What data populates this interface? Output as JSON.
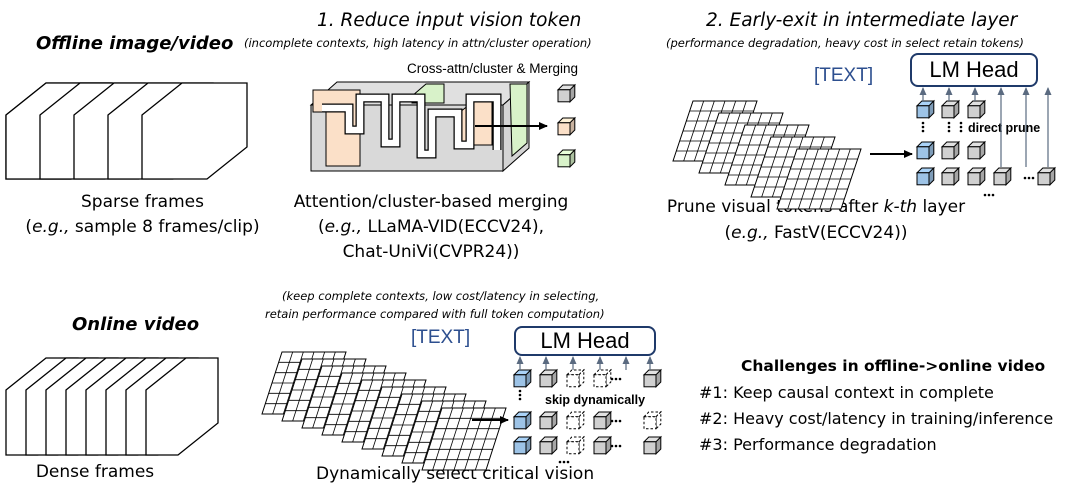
{
  "offline": {
    "heading": "Offline image/video",
    "sparse_caption_line1": "Sparse frames",
    "sparse_caption_line2_prefix": "e.g.,",
    "sparse_caption_line2_rest": " sample 8 frames/clip)"
  },
  "method1": {
    "title": "1.   Reduce input vision token",
    "subtitle": "(incomplete contexts, high latency in attn/cluster operation)",
    "diagram_label": "Cross-attn/cluster & Merging",
    "caption_line1": "Attention/cluster-based merging",
    "caption_line2_prefix": "e.g.,",
    "caption_line2_rest": " LLaMA-VID(ECCV24),",
    "caption_line3": "Chat-UniVi(CVPR24))"
  },
  "method2": {
    "title": "2. Early-exit in intermediate layer",
    "subtitle": "(performance degradation, heavy cost in select retain tokens)",
    "text_token": "[TEXT]",
    "lm_head": "LM Head",
    "direct_prune": "direct prune",
    "caption_line1_prefix": "Prune visual tokens after ",
    "caption_line1_italic": "k-th",
    "caption_line1_suffix": " layer",
    "caption_line2_prefix": "e.g.,",
    "caption_line2_rest": " FastV(ECCV24))"
  },
  "online": {
    "heading": "Online video",
    "dense_caption": "Dense frames",
    "subtitle_line1": "(keep complete contexts, low cost/latency in selecting,",
    "subtitle_line2": "retain performance compared with full token computation)",
    "text_token": "[TEXT]",
    "lm_head": "LM Head",
    "skip_label": "skip dynamically",
    "bottom_caption": "Dynamically select critical vision"
  },
  "challenges": {
    "title": "Challenges in offline->online video",
    "items": [
      "#1: Keep causal context in complete",
      "#2: Heavy cost/latency in training/inference",
      "#3: Performance degradation"
    ]
  },
  "colors": {
    "lm_border": "#1f3a6a",
    "text_token": "#2d4f8f",
    "token_blue": "#9dc3e6",
    "token_orange": "#fbe0c8",
    "token_green": "#d8f2c9",
    "token_gray": "#d0d0d0"
  }
}
